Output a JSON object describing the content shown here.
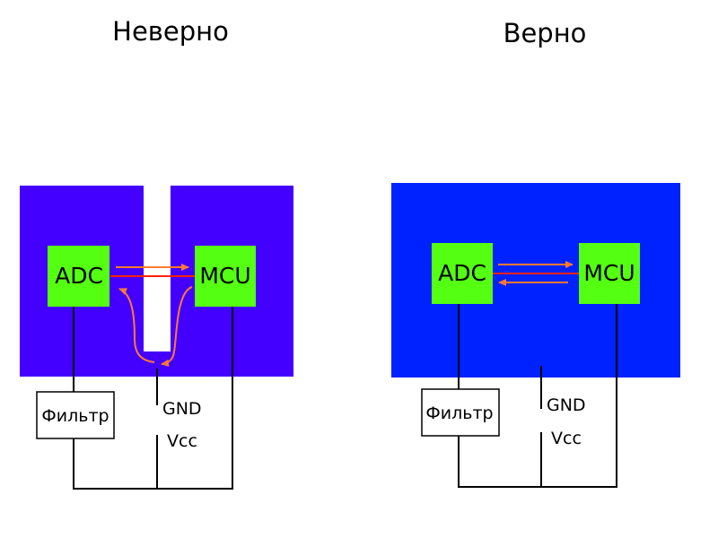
{
  "left": {
    "title": "Неверно",
    "adc_label": "ADC",
    "mcu_label": "MCU",
    "filter_label": "Фильтр",
    "gnd_label": "GND",
    "vcc_label": "Vcc"
  },
  "right": {
    "title": "Верно",
    "adc_label": "ADC",
    "mcu_label": "MCU",
    "filter_label": "Фильтр",
    "gnd_label": "GND",
    "vcc_label": "Vcc"
  },
  "colors": {
    "split_ground_plane": "#4400ff",
    "solid_ground_plane": "#0022ff",
    "chip": "#55ff11",
    "signal_arrow": "#ff7a30",
    "return_path": "#ff2200",
    "wire": "#000000"
  }
}
